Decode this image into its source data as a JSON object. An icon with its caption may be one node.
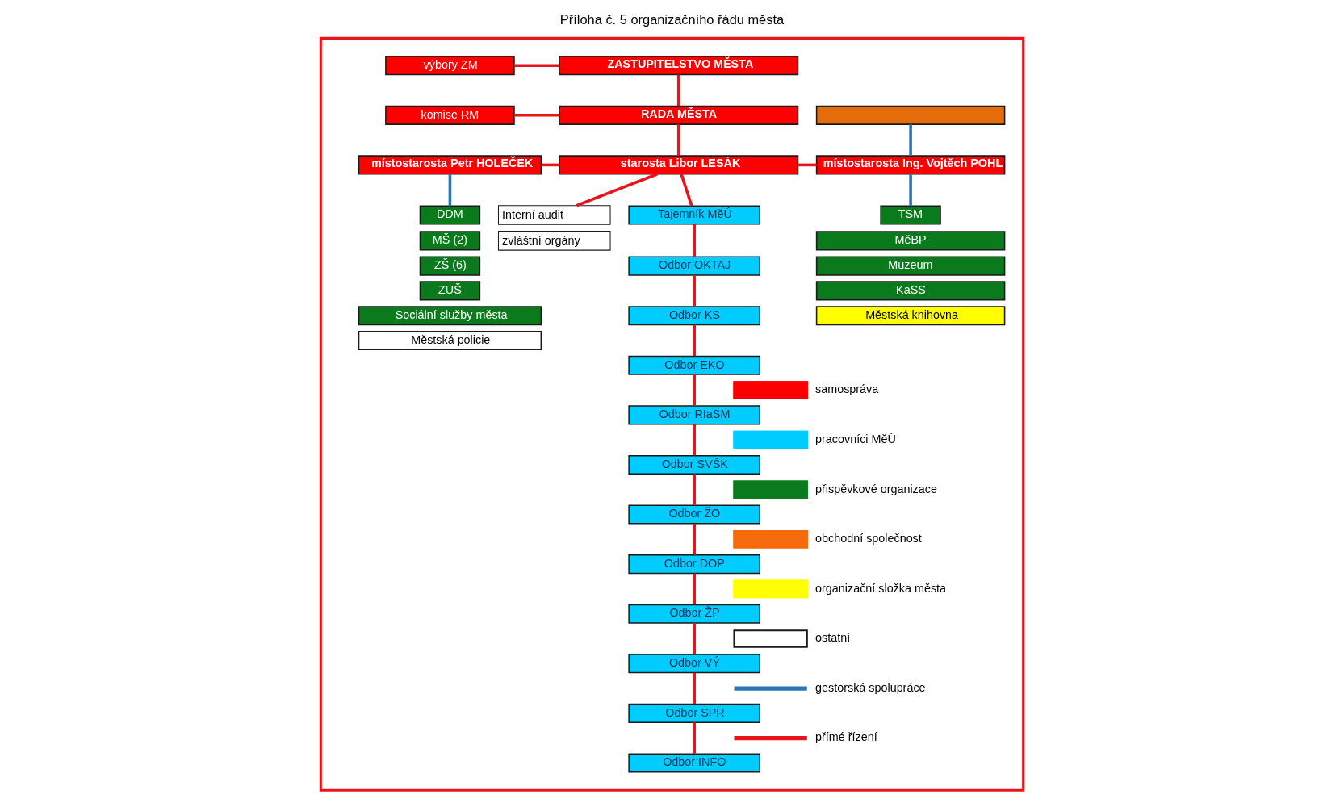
{
  "diagram": {
    "title": "Příloha č. 5 organizačního řádu města",
    "nodes": [
      {
        "text": [],
        "shape": "box"
      },
      {
        "text": [
          "výbory ZM"
        ],
        "in": 0
      },
      {
        "text": [
          "ZASTUPITELSTVO MĚSTA"
        ],
        "in": 0
      },
      {
        "text": [
          "komise RM"
        ],
        "in": 0
      },
      {
        "text": [
          "RADA MĚSTA"
        ],
        "in": 0
      },
      {
        "text": [],
        "shape": "box",
        "in": 0
      },
      {
        "text": [
          "místostarosta Petr HOLEČEK"
        ],
        "in": 0
      },
      {
        "text": [
          "starosta Libor LESÁK"
        ],
        "in": 0
      },
      {
        "text": [
          "místostarosta Ing. Vojtěch POHL"
        ],
        "in": 0
      },
      {
        "text": [
          "DDM"
        ],
        "in": 0
      },
      {
        "text": [
          "MŠ (2)"
        ],
        "in": 0
      },
      {
        "text": [
          "ZŠ (6)"
        ],
        "in": 0
      },
      {
        "text": [
          "ZUŠ"
        ],
        "in": 0
      },
      {
        "text": [
          "Sociální služby města"
        ],
        "in": 0
      },
      {
        "text": [
          "Městská policie"
        ],
        "in": 0
      },
      {
        "text": [
          "Interní audit"
        ],
        "in": 0
      },
      {
        "text": [
          "zvláštní orgány"
        ],
        "in": 0
      },
      {
        "text": [
          "Tajemník MěÚ"
        ],
        "in": 0
      },
      {
        "text": [
          "Odbor OKTAJ"
        ],
        "in": 0
      },
      {
        "text": [
          "Odbor KS"
        ],
        "in": 0
      },
      {
        "text": [
          "Odbor EKO"
        ],
        "in": 0
      },
      {
        "text": [
          "Odbor RIaSM"
        ],
        "in": 0
      },
      {
        "text": [
          "Odbor SVŠK"
        ],
        "in": 0
      },
      {
        "text": [
          "Odbor ŽO"
        ],
        "in": 0
      },
      {
        "text": [
          "Odbor DOP"
        ],
        "in": 0
      },
      {
        "text": [
          "Odbor ŽP"
        ],
        "in": 0
      },
      {
        "text": [
          "Odbor VÝ"
        ],
        "in": 0
      },
      {
        "text": [
          "Odbor SPR"
        ],
        "in": 0
      },
      {
        "text": [
          "Odbor INFO"
        ],
        "in": 0
      },
      {
        "text": [
          "TSM"
        ],
        "in": 0
      },
      {
        "text": [
          "MěBP"
        ],
        "in": 0
      },
      {
        "text": [
          "Muzeum"
        ],
        "in": 0
      },
      {
        "text": [
          "KaSS"
        ],
        "in": 0
      },
      {
        "text": [
          "Městská knihovna"
        ],
        "in": 0
      }
    ],
    "edges": [
      {
        "from": 1,
        "to": 2,
        "arrow": "none"
      },
      {
        "from": 2,
        "to": 4,
        "arrow": "none"
      },
      {
        "from": 3,
        "to": 4,
        "arrow": "none"
      },
      {
        "from": 4,
        "to": 7,
        "arrow": "none"
      },
      {
        "from": 6,
        "to": 7,
        "arrow": "none"
      },
      {
        "from": 7,
        "to": 8,
        "arrow": "none"
      },
      {
        "from": 7,
        "to": 15,
        "arrow": "none"
      },
      {
        "from": 7,
        "to": 17,
        "arrow": "none"
      },
      {
        "from": 17,
        "to": 18,
        "arrow": "none"
      },
      {
        "from": 18,
        "to": 19,
        "arrow": "none"
      },
      {
        "from": 19,
        "to": 20,
        "arrow": "none"
      },
      {
        "from": 20,
        "to": 21,
        "arrow": "none"
      },
      {
        "from": 21,
        "to": 22,
        "arrow": "none"
      },
      {
        "from": 22,
        "to": 23,
        "arrow": "none"
      },
      {
        "from": 23,
        "to": 24,
        "arrow": "none"
      },
      {
        "from": 24,
        "to": 25,
        "arrow": "none"
      },
      {
        "from": 25,
        "to": 26,
        "arrow": "none"
      },
      {
        "from": 26,
        "to": 27,
        "arrow": "none"
      },
      {
        "from": 27,
        "to": 28,
        "arrow": "none"
      },
      {
        "from": 6,
        "to": 9,
        "arrow": "none",
        "color": "#2e75b6"
      },
      {
        "from": 5,
        "to": 8,
        "arrow": "none",
        "color": "#2e75b6"
      },
      {
        "from": 8,
        "to": 29,
        "arrow": "none",
        "color": "#2e75b6"
      }
    ],
    "legend": [
      {
        "text": "samospráva",
        "color": "#ff0000"
      },
      {
        "text": "pracovníci MěÚ",
        "color": "#00ccff"
      },
      {
        "text": "přispěvkové organizace",
        "color": "#0b7a1c"
      },
      {
        "text": "obchodní společnost",
        "color": "#f56a0c"
      },
      {
        "text": "organizační složka města",
        "color": "#ffff00"
      },
      {
        "text": "ostatní",
        "color": "#ffffff"
      },
      {
        "text": "gestorská spolupráce"
      },
      {
        "text": "přímé řízení"
      }
    ]
  }
}
